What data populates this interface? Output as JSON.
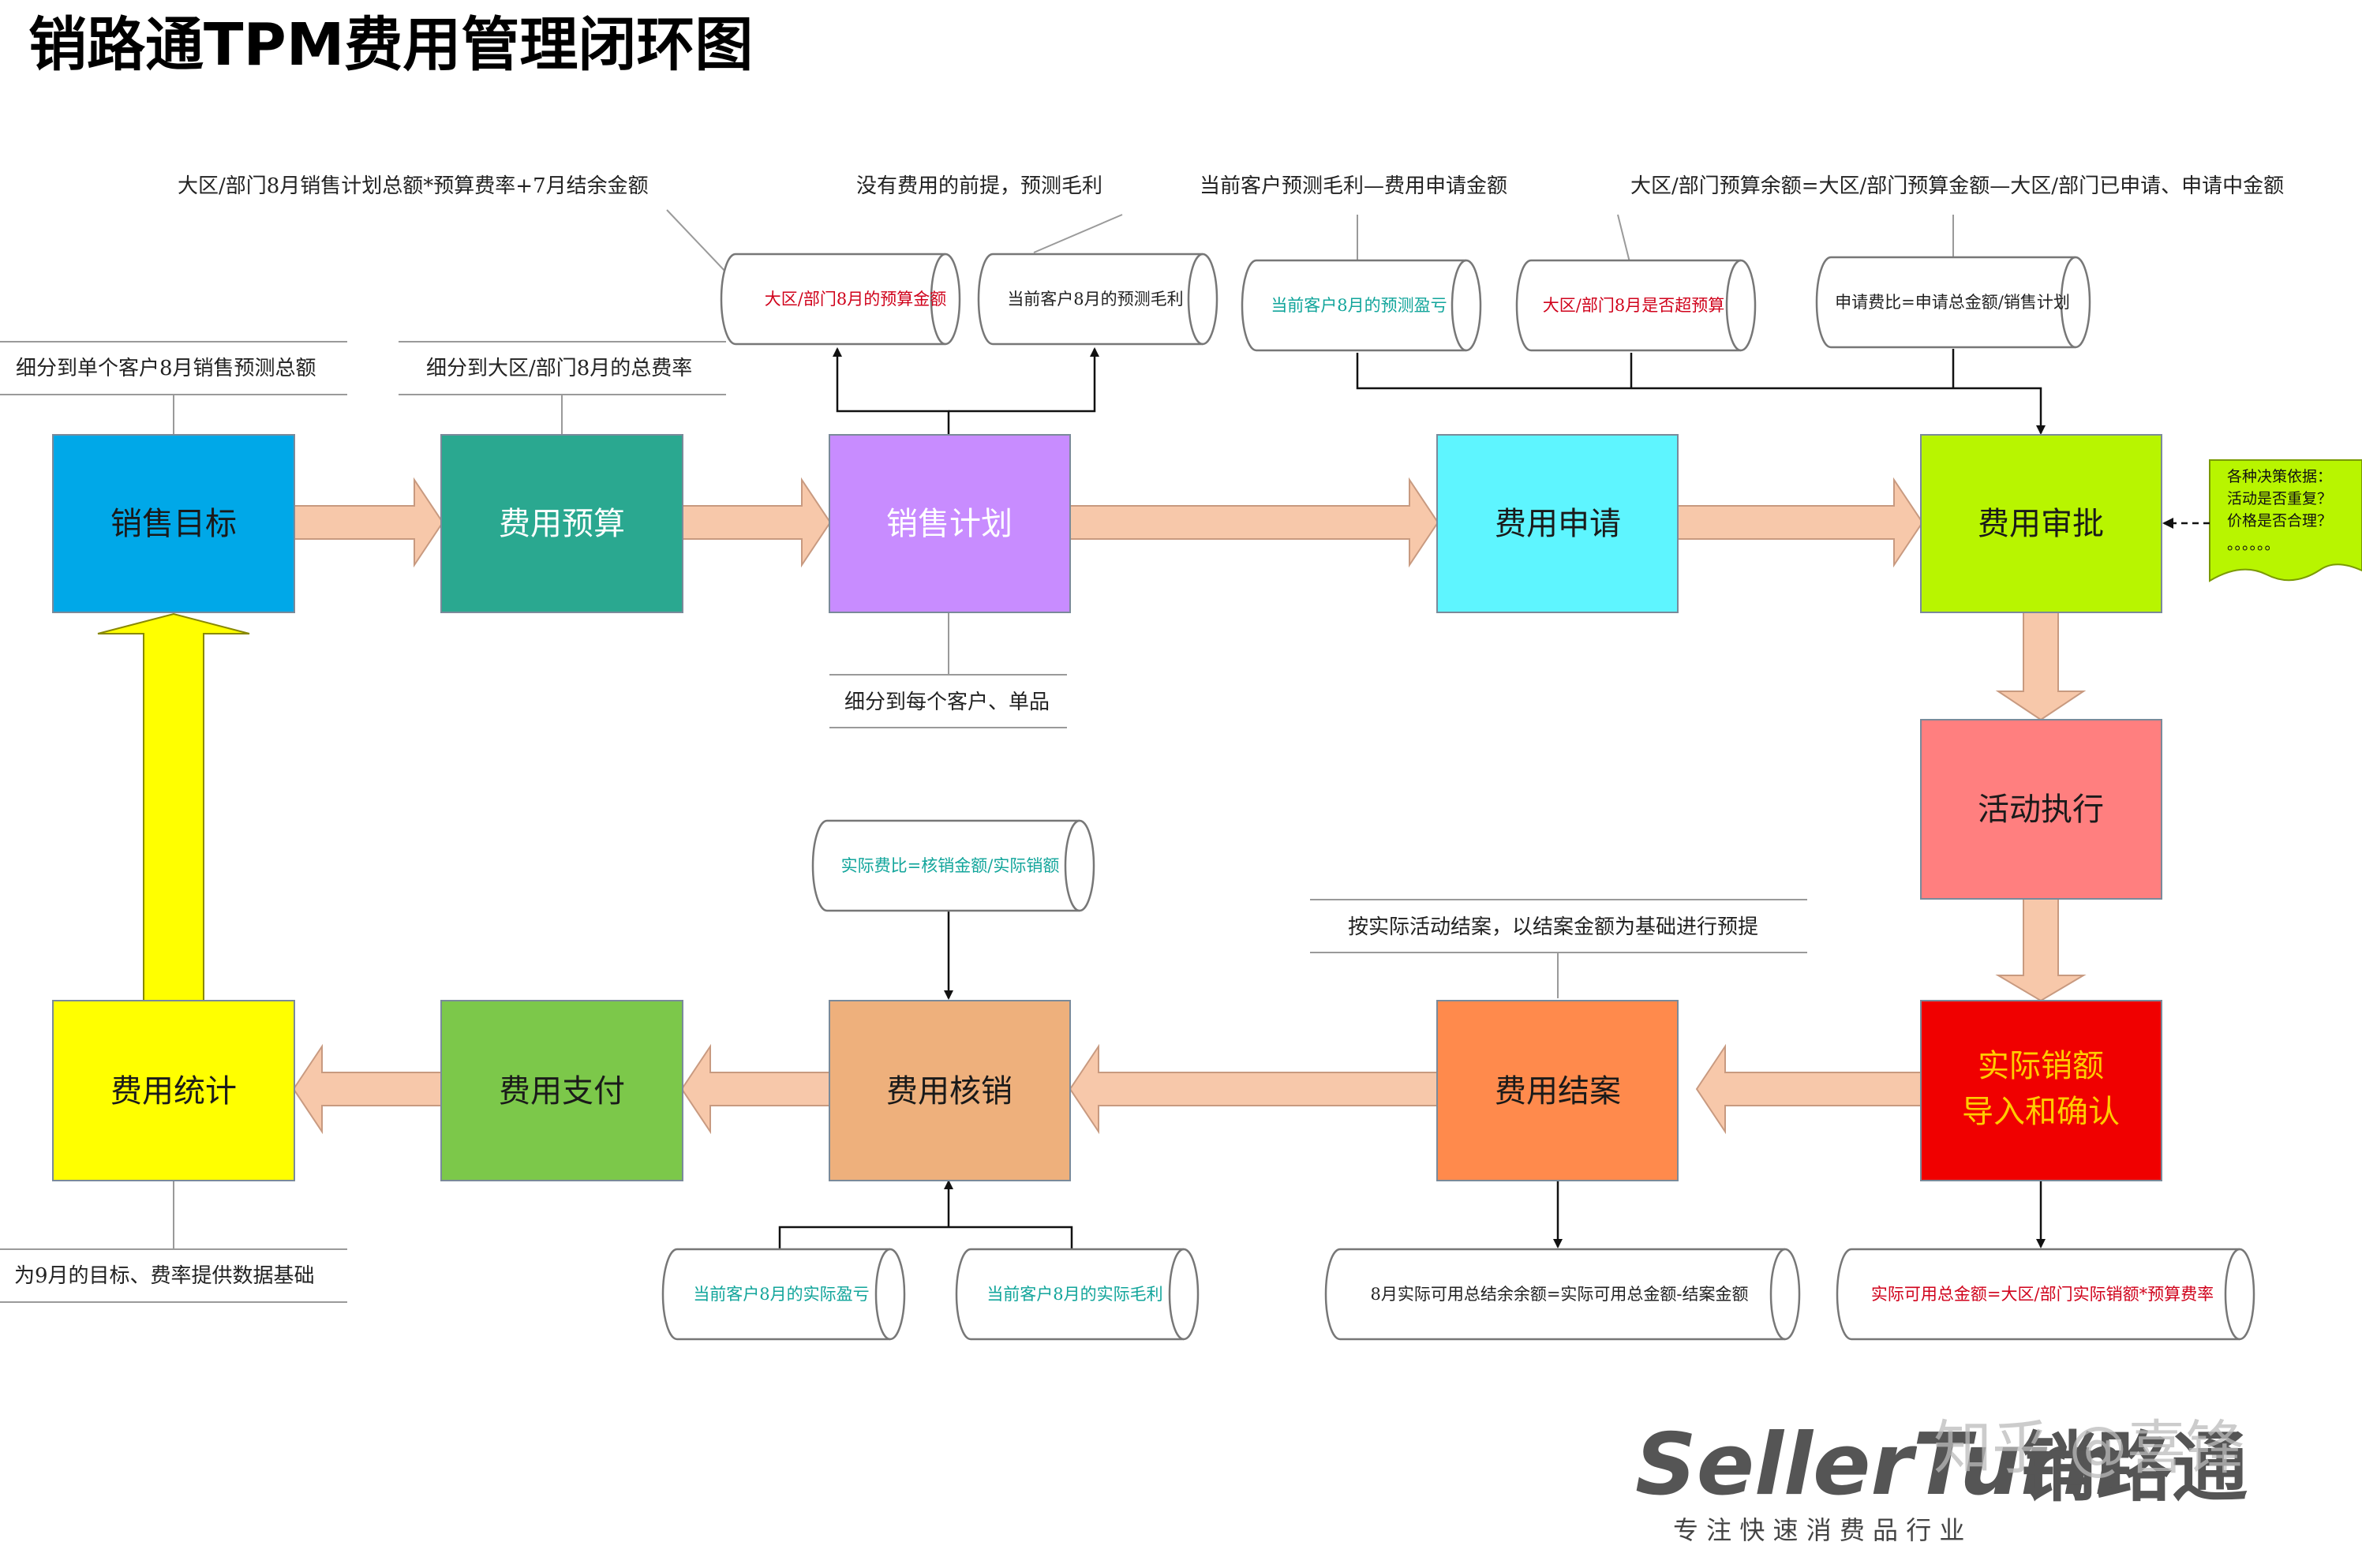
{
  "title": "销路通TPM费用管理闭环图",
  "colors": {
    "sales_target": "#00a8e8",
    "budget": "#2aa890",
    "plan": "#c88cff",
    "apply": "#5ef5ff",
    "approve": "#b8f500",
    "execute": "#ff7f7f",
    "actual": "#f00000",
    "settle": "#ff8a4c",
    "verify": "#eeb07c",
    "pay": "#7cc84a",
    "stats": "#ffff00",
    "big_arrow": "#f7c8aa",
    "big_arrow_stroke": "#c89a80",
    "up_arrow": "#ffff00",
    "note_red": "#d0021b",
    "note_teal": "#12a59b",
    "note_text": "#222222"
  },
  "boxes": {
    "sales_target": "销售目标",
    "budget": "费用预算",
    "plan": "销售计划",
    "apply": "费用申请",
    "approve": "费用审批",
    "execute": "活动执行",
    "actual_line1": "实际销额",
    "actual_line2": "导入和确认",
    "settle": "费用结案",
    "verify": "费用核销",
    "pay": "费用支付",
    "stats": "费用统计"
  },
  "annotations": {
    "sales_target": "细分到单个客户8月销售预测总额",
    "budget": "细分到大区/部门8月的总费率",
    "plan": "细分到每个客户、单品",
    "stats": "为9月的目标、费率提供数据基础",
    "settle": "按实际活动结案，以结案金额为基础进行预提",
    "formula_budget": "大区/部门8月销售计划总额*预算费率+7月结余金额",
    "formula_profit": "没有费用的前提，预测毛利",
    "formula_loss": "当前客户预测毛利—费用申请金额",
    "formula_over": "大区/部门预算余额=大区/部门预算金额—大区/部门已申请、申请中金额"
  },
  "scrolls": {
    "budget_amount": "大区/部门8月的预算金额",
    "forecast_profit": "当前客户8月的预测毛利",
    "forecast_loss": "当前客户8月的预测盈亏",
    "over_budget": "大区/部门8月是否超预算",
    "apply_ratio": "申请费比=申请总金额/销售计划",
    "actual_ratio": "实际费比=核销金额/实际销额",
    "actual_loss": "当前客户8月的实际盈亏",
    "actual_profit": "当前客户8月的实际毛利",
    "remain": "8月实际可用总结余余额=实际可用总金额-结案金额",
    "available": "实际可用总金额=大区/部门实际销额*预算费率"
  },
  "decision": {
    "line1": "各种决策依据：",
    "line2": "活动是否重复？",
    "line3": "价格是否合理？",
    "line4": "。。。。。。"
  },
  "brand": {
    "name": "SellerTurn",
    "cn": "销路通",
    "slogan": "专 注 快 速 消 费 品 行 业"
  },
  "watermark": "知乎 @喜锋"
}
